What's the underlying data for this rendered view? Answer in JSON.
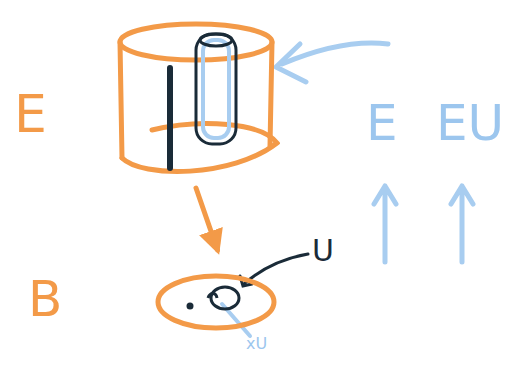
{
  "diagram": {
    "nodes": [
      {
        "text": [
          "E"
        ]
      },
      {
        "text": [
          "B"
        ]
      }
    ],
    "edges": [
      {
        "from": 0,
        "to": 1,
        "arrow": "to"
      }
    ],
    "labels": [
      "U",
      "E",
      "EU",
      "xU"
    ]
  }
}
